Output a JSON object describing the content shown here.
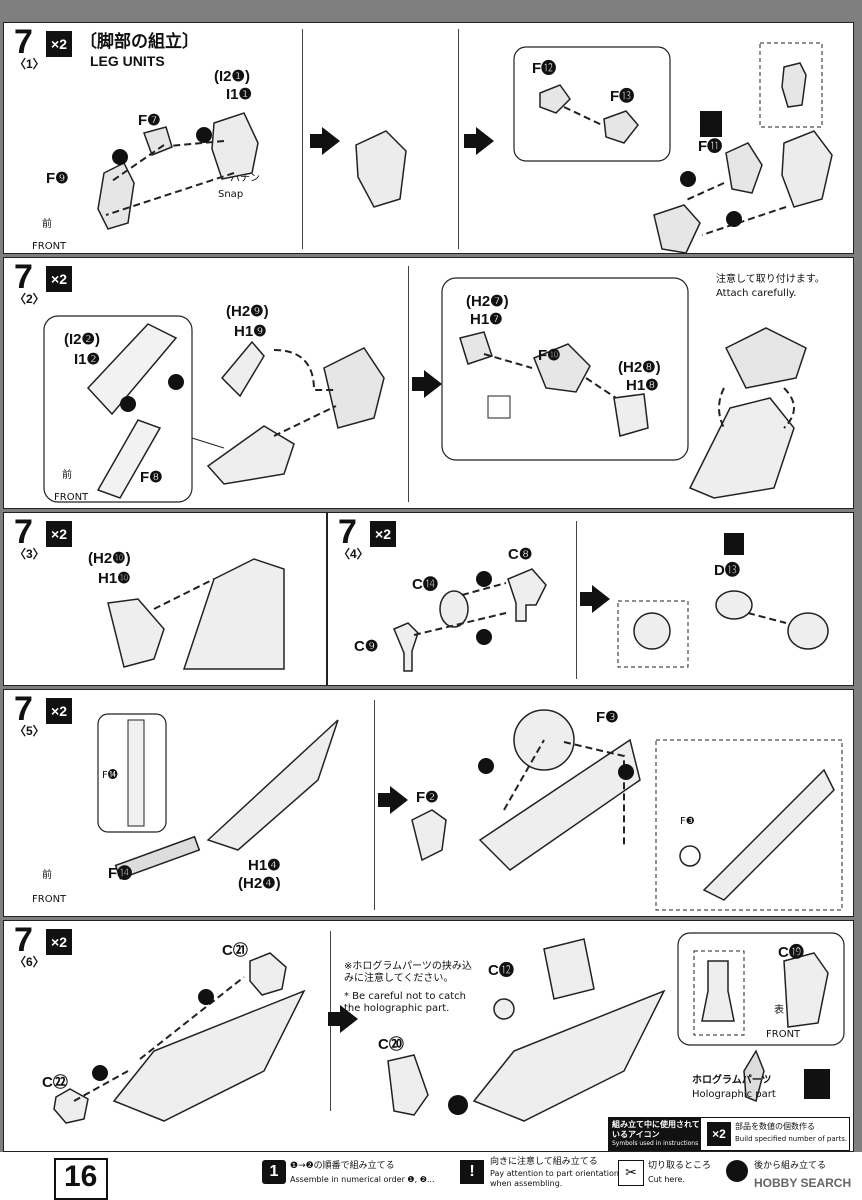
{
  "page_number": "16",
  "steps": [
    {
      "num": "7",
      "sub": "〈1〉",
      "mult": "×2",
      "title_jp": "〔脚部の組立〕",
      "title_en": "LEG UNITS",
      "labels": [
        "(I2❶)",
        "I1❶",
        "F❼",
        "F❾",
        "F⓬",
        "F⓭",
        "F⓫",
        "前",
        "FRONT",
        "パチン",
        "Snap"
      ]
    },
    {
      "num": "7",
      "sub": "〈2〉",
      "mult": "×2",
      "labels": [
        "(I2❷)",
        "I1❷",
        "F❽",
        "(H2❾)",
        "H1❾",
        "(H2❼)",
        "H1❼",
        "F❿",
        "(H2❽)",
        "H1❽",
        "前",
        "FRONT"
      ],
      "note_jp": "注意して取り付けます。",
      "note_en": "Attach carefully."
    },
    {
      "num": "7",
      "sub": "〈3〉",
      "mult": "×2",
      "labels": [
        "(H2❿)",
        "H1❿"
      ]
    },
    {
      "num": "7",
      "sub": "〈4〉",
      "mult": "×2",
      "labels": [
        "C❽",
        "C⓮",
        "C❾",
        "D⓭"
      ]
    },
    {
      "num": "7",
      "sub": "〈5〉",
      "mult": "×2",
      "labels": [
        "F⓮",
        "F⓮",
        "H1❹",
        "(H2❹)",
        "F❸",
        "F❷",
        "F❸",
        "前",
        "FRONT"
      ]
    },
    {
      "num": "7",
      "sub": "〈6〉",
      "mult": "×2",
      "labels": [
        "C㉑",
        "C㉒",
        "C⓬",
        "C⑳",
        "C⓳",
        "表",
        "FRONT"
      ],
      "note_jp": "※ホログラムパーツの挟み込みに注意してください。",
      "note_en": "* Be careful not to catch the holographic part.",
      "holo_jp": "ホログラムパーツ",
      "holo_en": "Holographic part"
    }
  ],
  "legend": {
    "title_jp": "組み立て中に使用されているアイコン",
    "title_en": "Symbols used in instructions",
    "mult_icon": "×2",
    "mult_jp": "部品を数値の個数作る",
    "mult_en": "Build specified number of parts.",
    "order_jp": "❶→❷の順番で組み立てる",
    "order_en": "Assemble in numerical order ❶, ❷...",
    "caution_jp": "向きに注意して組み立てる",
    "caution_en1": "Pay attention to part orientation",
    "caution_en2": "when assembling.",
    "cut_jp": "切り取るところ",
    "cut_en": "Cut here.",
    "back_jp": "後から組み立てる",
    "watermark": "HOBBY SEARCH"
  }
}
